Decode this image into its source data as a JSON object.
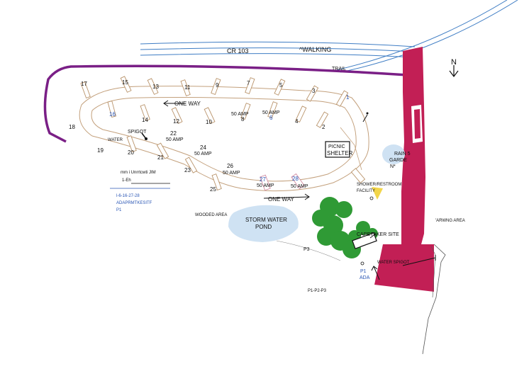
{
  "labels": {
    "road": "CR 103",
    "walking": "^WALKING",
    "trail": "TRAIL",
    "north": "N",
    "one_way_top": "ONE WAY",
    "one_way_bottom": "ONE WAY",
    "spigot": "SPIGOT",
    "water": "WATER",
    "picnic": "PICNIC",
    "shelter": "SHELTER",
    "rain_1": "RAIN 5",
    "rain_2": "GARDE",
    "rain_3": "N*",
    "shower_1": "SHOWER/RESTROOM",
    "shower_2": "FACILITY",
    "parking": "'ARWNG AREA",
    "wooded": "WOODED AREA",
    "pond_1": "STORM WATER",
    "pond_2": "POND",
    "caretaker": "CARETAKER SITE",
    "water_spigot": "WATER SPIGOT",
    "p3": "P3",
    "p1": "P1",
    "ada": "ADA",
    "p1p2p3": "P1-P2-P3",
    "amp_1": "50 AMP",
    "amp_2": "50 AMP",
    "amp_3": "50 AMP",
    "amp_4": "50 AMP",
    "amp_5": "50 AMP",
    "amp_6": "50 AMP",
    "amp_7": "50 AMP"
  },
  "legend": {
    "line1": "mm i Unrrtcwti JIM",
    "line2": "1-Eh",
    "line3": "l-6-16-27-28",
    "line4": "ADAPRMTKESITF",
    "line5": "P1"
  },
  "sites": [
    {
      "n": "1",
      "blue": true
    },
    {
      "n": "2"
    },
    {
      "n": "3"
    },
    {
      "n": "4"
    },
    {
      "n": "5"
    },
    {
      "n": "6",
      "blue": true
    },
    {
      "n": "7"
    },
    {
      "n": "8"
    },
    {
      "n": "9"
    },
    {
      "n": "10"
    },
    {
      "n": "11"
    },
    {
      "n": "12"
    },
    {
      "n": "13"
    },
    {
      "n": "14"
    },
    {
      "n": "15"
    },
    {
      "n": "16",
      "blue": true
    },
    {
      "n": "17"
    },
    {
      "n": "18"
    },
    {
      "n": "19"
    },
    {
      "n": "20"
    },
    {
      "n": "21"
    },
    {
      "n": "22"
    },
    {
      "n": "23"
    },
    {
      "n": "24"
    },
    {
      "n": "25"
    },
    {
      "n": "26"
    },
    {
      "n": "27",
      "blue": true
    },
    {
      "n": "28",
      "blue": true
    }
  ],
  "colors": {
    "road_lines": "#3f7dc4",
    "trail": "#7a1f86",
    "access_road": "#c21f55",
    "loop_edge": "#c3a07c",
    "water": "#cfe2f3",
    "trees": "#2f9a35",
    "shower_marker": "#f2d54a",
    "legend_blue": "#2a56b5"
  }
}
